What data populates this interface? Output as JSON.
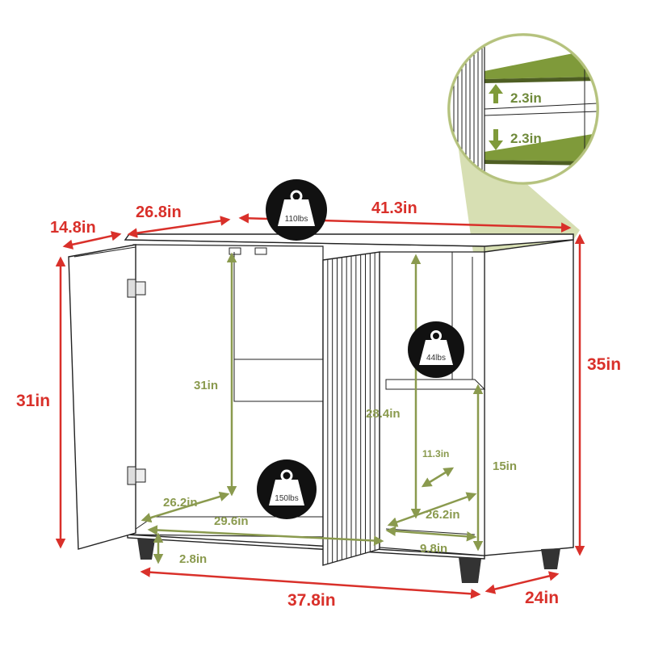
{
  "dimensions": {
    "top_depth": "14.8in",
    "top_side": "26.8in",
    "top_width": "41.3in",
    "left_height": "31in",
    "right_height": "35in",
    "bottom_width": "37.8in",
    "bottom_depth": "24in",
    "inner_height": "31in",
    "inner_shelf_height": "28.4in",
    "inner_depth": "26.2in",
    "inner_width": "29.6in",
    "leg_height": "2.8in",
    "shelf_gap": "11.3in",
    "lower_height": "15in",
    "lower_depth": "26.2in",
    "lower_width": "9.8in",
    "zoom_gap_top": "2.3in",
    "zoom_gap_bottom": "2.3in"
  },
  "weights": {
    "top": "110lbs",
    "shelf": "44lbs",
    "bottom": "150lbs"
  },
  "colors": {
    "dimension_red": "#d9302a",
    "dimension_green": "#8a9a4e",
    "shelf_green": "#7f9a3a",
    "zoom_fill": "#c9d49a"
  }
}
